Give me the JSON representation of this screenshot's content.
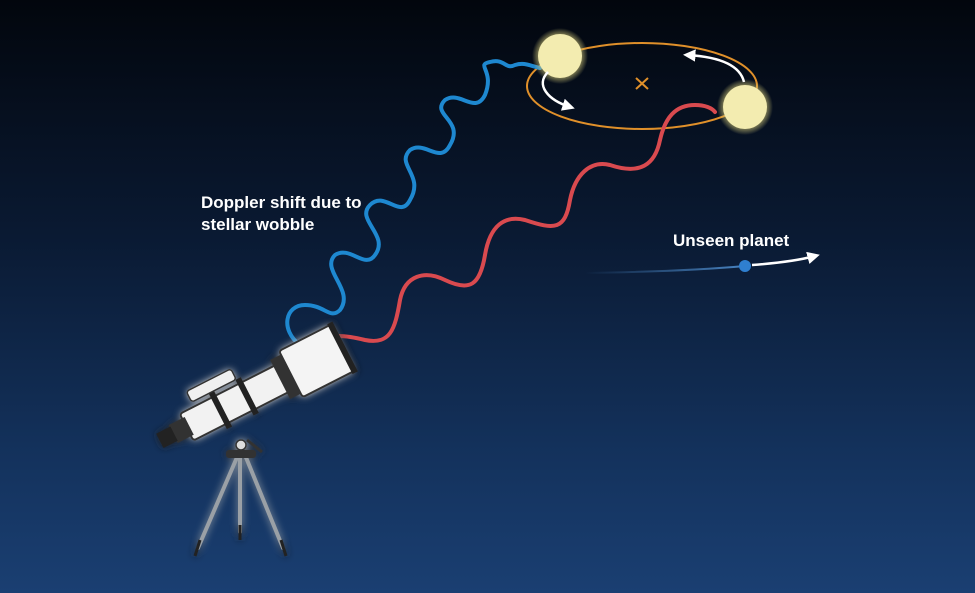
{
  "labels": {
    "doppler_line1": "Doppler shift due to",
    "doppler_line2": "stellar wobble",
    "planet": "Unseen planet"
  },
  "colors": {
    "blue_wave": "#1e88d0",
    "red_wave": "#d94a4f",
    "orbit": "#e0902a",
    "star": "#f3ecb0",
    "planet": "#2f7fd0"
  }
}
